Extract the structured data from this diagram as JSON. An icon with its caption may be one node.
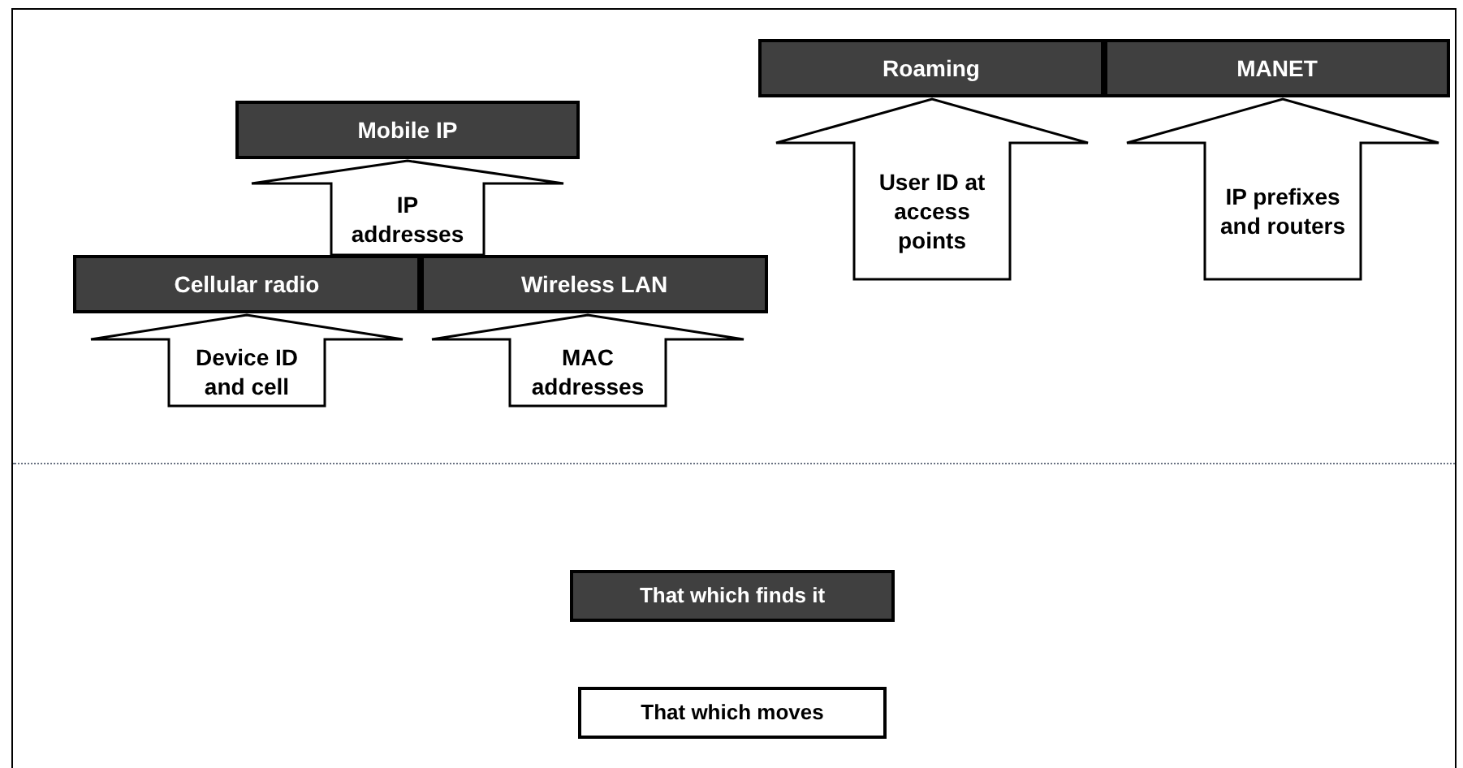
{
  "diagram": {
    "nodes": [
      {
        "text": [
          "Mobile IP"
        ]
      },
      {
        "text": [
          "Cellular radio"
        ]
      },
      {
        "text": [
          "Wireless LAN"
        ]
      },
      {
        "text": [
          "Roaming"
        ]
      },
      {
        "text": [
          "MANET"
        ]
      }
    ],
    "edges": [
      {
        "from": 1,
        "to": 0,
        "arrow": "to",
        "label": "IP addresses"
      },
      {
        "from": 2,
        "to": 0,
        "arrow": "to"
      },
      {
        "from": null,
        "to": 1,
        "arrow": "to",
        "label": "Device ID and cell"
      },
      {
        "from": null,
        "to": 2,
        "arrow": "to",
        "label": "MAC addresses"
      },
      {
        "from": null,
        "to": 3,
        "arrow": "to",
        "label": "User ID at access points"
      },
      {
        "from": null,
        "to": 4,
        "arrow": "to",
        "label": "IP prefixes and routers"
      }
    ],
    "legend": [
      {
        "text": "That which finds it",
        "color": "#404040"
      },
      {
        "text": "That which moves",
        "color": "#ffffff"
      }
    ]
  }
}
